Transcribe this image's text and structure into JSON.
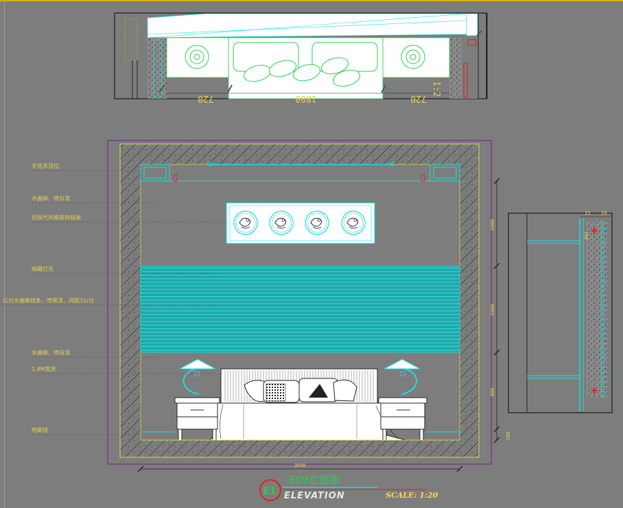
{
  "labels": {
    "ceiling": "天花吊顶位",
    "wood_paint_top": "水曲柳，喷白漆",
    "painting": "后现代风格装饰挂画",
    "hidden_light": "暗藏灯光",
    "strips": "公分水曲柳线条，喷黑漆，间距3公分",
    "wood_paint_bottom": "水曲柳，喷白漆",
    "bed": "1.8M宽床",
    "skirting": "地脚线"
  },
  "dims": {
    "overall_width": "3690",
    "right_1": "0001",
    "right_2": "0001",
    "right_3": "006",
    "right_4": "001",
    "top_left": "720",
    "top_mid": "1800",
    "top_right": "720",
    "top_scale": "1:2",
    "section_a": "100",
    "section_b": "20",
    "section_c": "15"
  },
  "title": {
    "code": "EL",
    "name": "E09立面图",
    "elevation": "ELEVATION",
    "scale": "SCALE: 1:20"
  },
  "colors": {
    "background": "#7d7d7d",
    "annotation": "#e8d24a",
    "cyan_line": "#19e0e0",
    "green_line": "#25d24a",
    "frame": "#7a2a84"
  }
}
